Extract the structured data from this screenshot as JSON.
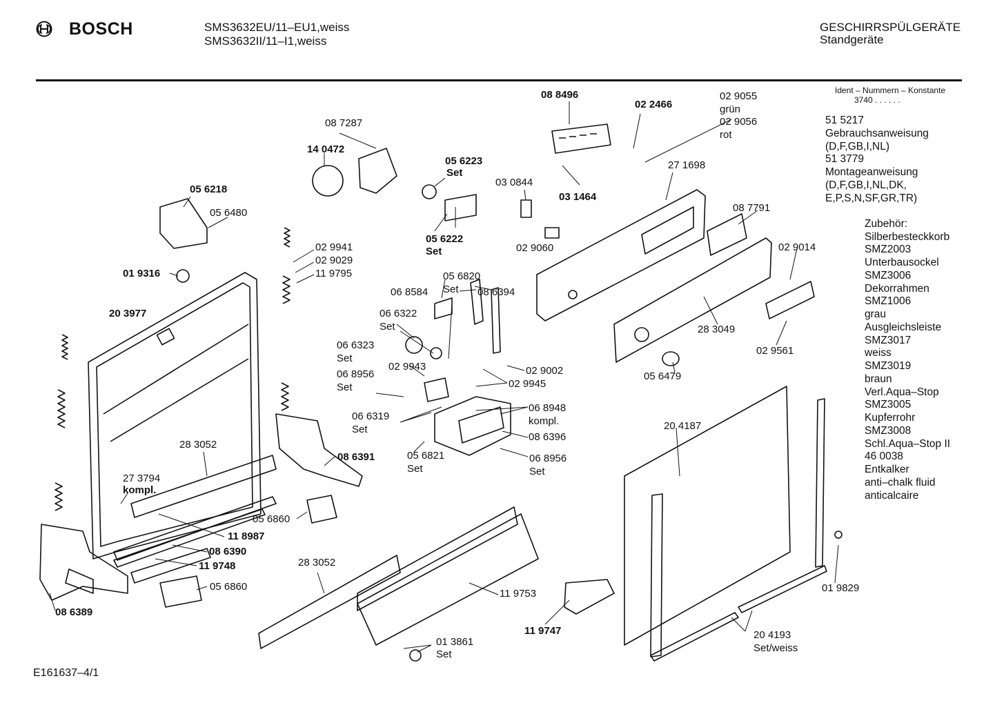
{
  "header": {
    "brand": "BOSCH",
    "model_line_1": "SMS3632EU/11–EU1,weiss",
    "model_line_2": "SMS3632II/11–I1,weiss",
    "category": "GESCHIRRSPÜLGERÄTE",
    "subcategory": "Standgeräte"
  },
  "ident": {
    "title": "Ident – Nummern – Konstante",
    "value": "3740  .  .  .  .  .  ."
  },
  "docs": [
    "51 5217",
    "Gebrauchsanweisung",
    "(D,F,GB,I,NL)",
    "51 3779",
    "Montageanweisung",
    "(D,F,GB,I,NL,DK,",
    "E,P,S,N,SF,GR,TR)"
  ],
  "accessories": [
    "Zubehör:",
    "Silberbesteckkorb",
    "SMZ2003",
    "Unterbausockel",
    "SMZ3006",
    "Dekorrahmen",
    "SMZ1006",
    "grau",
    "Ausgleichsleiste",
    "SMZ3017",
    "weiss",
    "SMZ3019",
    "braun",
    "Verl.Aqua–Stop",
    "SMZ3005",
    "Kupferrohr",
    "SMZ3008",
    "Schl.Aqua–Stop II",
    "46 0038",
    "Entkalker",
    "anti–chalk fluid",
    "anticalcaire"
  ],
  "parts": {
    "p088496": "08 8496",
    "p022466": "02 2466",
    "p029055": "02 9055",
    "gruen": "grün",
    "p029056": "02 9056",
    "rot": "rot",
    "p087287": "08 7287",
    "p140472": "14 0472",
    "p056223": "05 6223",
    "set_a": "Set",
    "p030844": "03 0844",
    "p031464": "03 1464",
    "p271698": "27 1698",
    "p056218": "05 6218",
    "p056480": "05 6480",
    "p056222": "05 6222",
    "set_b": "Set",
    "p029060": "02 9060",
    "p087791": "08 7791",
    "p029941": "02 9941",
    "p029029": "02 9029",
    "p119795": "11 9795",
    "p019316": "01 9316",
    "p056820": "05 6820",
    "set_c": "Set",
    "p068584": "06 8584",
    "p086394": "08 6394",
    "p029014": "02 9014",
    "p203977": "20 3977",
    "p066322": "06 6322",
    "set_d": "Set",
    "p283049": "28 3049",
    "p066323": "06 6323",
    "set_e": "Set",
    "p029561": "02 9561",
    "p029943": "02 9943",
    "p029002": "02 9002",
    "p068956a": "06 8956",
    "set_f": "Set",
    "p029945": "02 9945",
    "p056479": "05 6479",
    "p068948": "06 8948",
    "kompl_a": "kompl.",
    "p066319": "06 6319",
    "set_g": "Set",
    "p086396": "08 6396",
    "p204187": "20 4187",
    "p283052a": "28 3052",
    "p086391": "08 6391",
    "p056821": "05 6821",
    "set_h": "Set",
    "p068956b": "06 8956",
    "set_i": "Set",
    "p273794": "27 3794",
    "kompl_b": "kompl.",
    "p056860a": "05 6860",
    "p118987": "11 8987",
    "p086390": "08 6390",
    "p119748": "11 9748",
    "p283052b": "28 3052",
    "p056860b": "05 6860",
    "p119753": "11 9753",
    "p019829": "01 9829",
    "p086389": "08 6389",
    "p119747": "11 9747",
    "p204193": "20 4193",
    "setweiss": "Set/weiss",
    "p013861": "01 3861",
    "set_j": "Set"
  },
  "footer": {
    "code": "E161637–4/1"
  }
}
